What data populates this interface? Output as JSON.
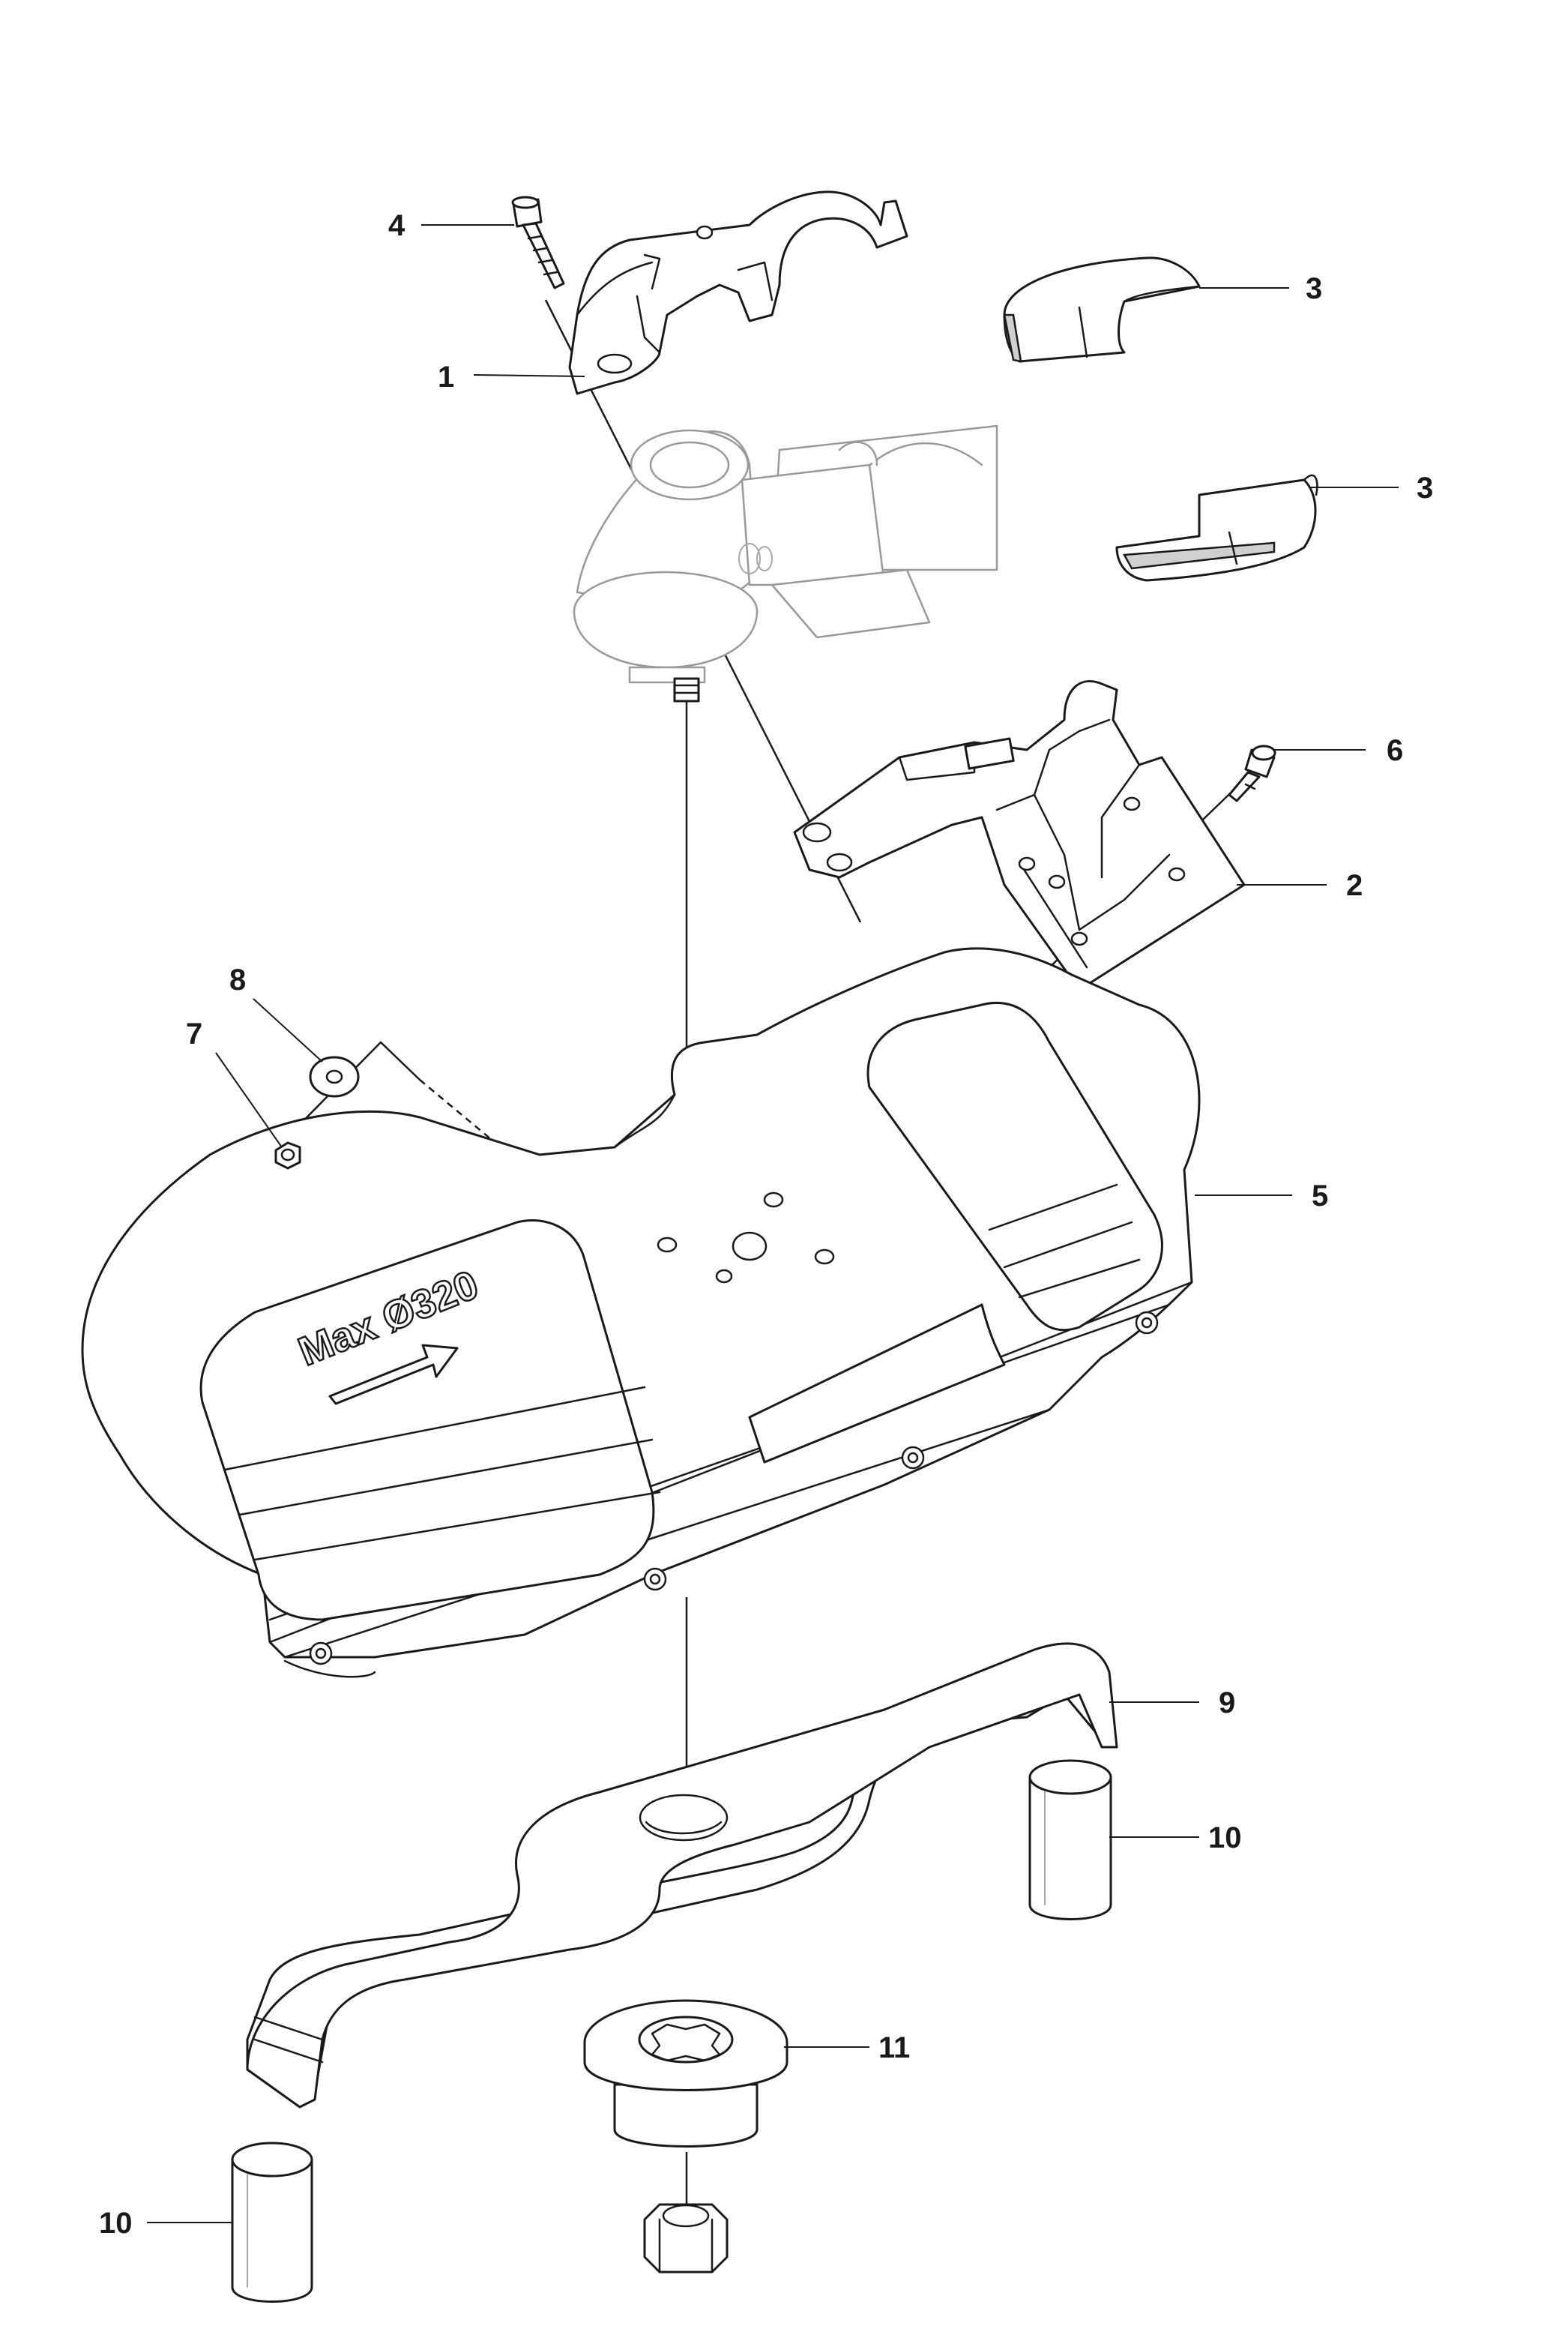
{
  "callouts": [
    {
      "id": "c1",
      "text": "1"
    },
    {
      "id": "c2",
      "text": "2"
    },
    {
      "id": "c3a",
      "text": "3"
    },
    {
      "id": "c3b",
      "text": "3"
    },
    {
      "id": "c4",
      "text": "4"
    },
    {
      "id": "c5",
      "text": "5"
    },
    {
      "id": "c6",
      "text": "6"
    },
    {
      "id": "c7",
      "text": "7"
    },
    {
      "id": "c8",
      "text": "8"
    },
    {
      "id": "c9",
      "text": "9"
    },
    {
      "id": "c10a",
      "text": "10"
    },
    {
      "id": "c10b",
      "text": "10"
    },
    {
      "id": "c11",
      "text": "11"
    }
  ],
  "guard_marking": "Max Ø320"
}
